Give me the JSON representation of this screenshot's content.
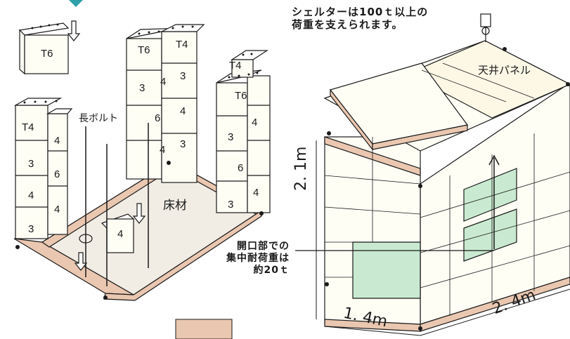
{
  "captions": {
    "shelter_load": "シェルターは100ｔ以上の\n荷重を支えられます。",
    "opening_load": "開口部での\n集中耐荷重は\n約20ｔ",
    "long_bolt": "長ボルト",
    "floor": "床材",
    "ceiling_panel": "天井パネル"
  },
  "block_labels": {
    "top_left_block": "T6",
    "col_left": [
      "T4",
      "3",
      "4",
      "3"
    ],
    "col_left2": [
      "4",
      "6",
      "4"
    ],
    "col_center_top": [
      "T6",
      "T4"
    ],
    "col_center": [
      "3",
      "4",
      "3",
      "6",
      "4",
      "4",
      "3"
    ],
    "col_right_top": [
      "T4",
      "T6"
    ],
    "col_right": [
      "3",
      "4",
      "6",
      "3",
      "4"
    ],
    "loose_block": "4"
  },
  "dimensions": {
    "height": "2. 1m",
    "depth": "1. 4m",
    "width": "2. 4m"
  },
  "colors": {
    "outline": "#1a1a1a",
    "panel_fill": "#fffef5",
    "timber": "#eac7b0",
    "floor": "#f1ece4",
    "green": "#c9ead0",
    "teal_accent": "#2ea0a8"
  }
}
